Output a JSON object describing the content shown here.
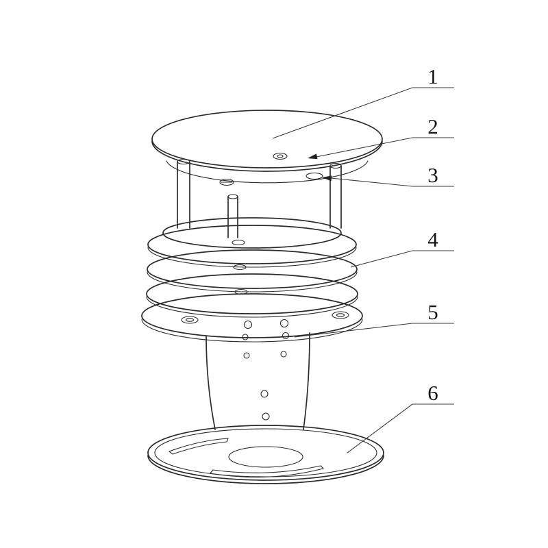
{
  "figure": {
    "background": "#ffffff",
    "line_color": "#2b2b2b",
    "leader_color": "#3a3a3a",
    "callouts": [
      {
        "label": "1"
      },
      {
        "label": "2"
      },
      {
        "label": "3"
      },
      {
        "label": "4"
      },
      {
        "label": "5"
      },
      {
        "label": "6"
      }
    ]
  }
}
